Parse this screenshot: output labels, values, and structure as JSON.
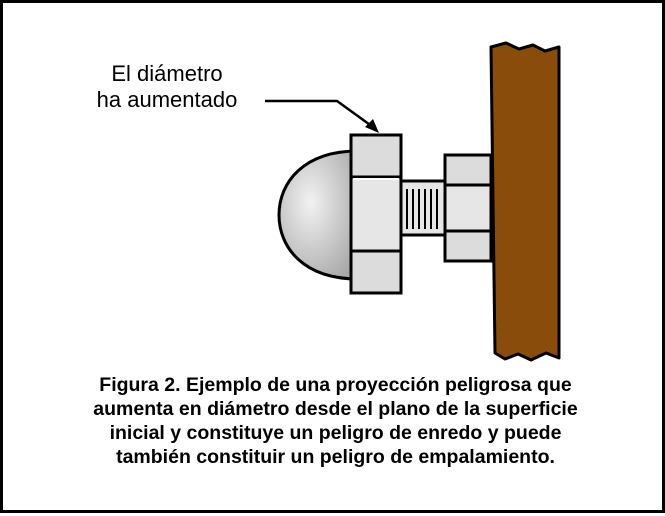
{
  "figure": {
    "callout": {
      "line1": "El diámetro",
      "line2": "ha aumentado"
    },
    "caption": {
      "line1": "Figura 2. Ejemplo de una proyección peligrosa que",
      "line2": "aumenta en diámetro desde el plano de la superficie",
      "line3": "inicial y constituye un peligro de enredo y puede",
      "line4": "también constituir un peligro de empalamiento."
    },
    "colors": {
      "wall": "#8a4c0b",
      "metal_light": "#e6e6e6",
      "metal_mid": "#c9c9c9",
      "outline": "#000000"
    }
  }
}
